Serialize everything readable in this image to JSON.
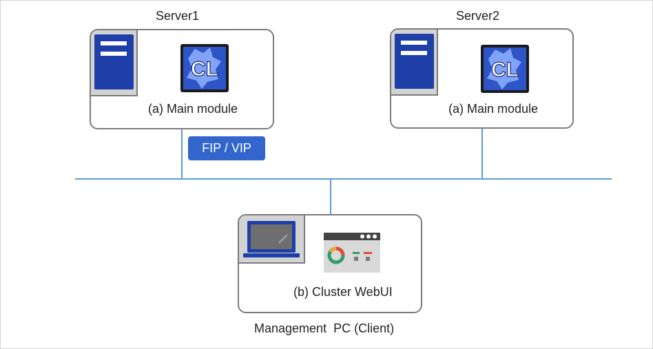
{
  "servers": [
    {
      "name": "Server1",
      "module": "(a) Main module",
      "icon": "cl-logo-icon"
    },
    {
      "name": "Server2",
      "module": "(a) Main module",
      "icon": "cl-logo-icon"
    }
  ],
  "fip_label": "FIP / VIP",
  "client": {
    "module": "(b) Cluster WebUI",
    "caption": "Management  PC (Client)",
    "icon": "webui-dashboard-icon"
  },
  "logo_text": "CL",
  "colors": {
    "network_line": "#5b9bd5",
    "fip_badge": "#3366cc",
    "server_icon": "#1f3fa8",
    "box_border": "#7a7a7a"
  }
}
